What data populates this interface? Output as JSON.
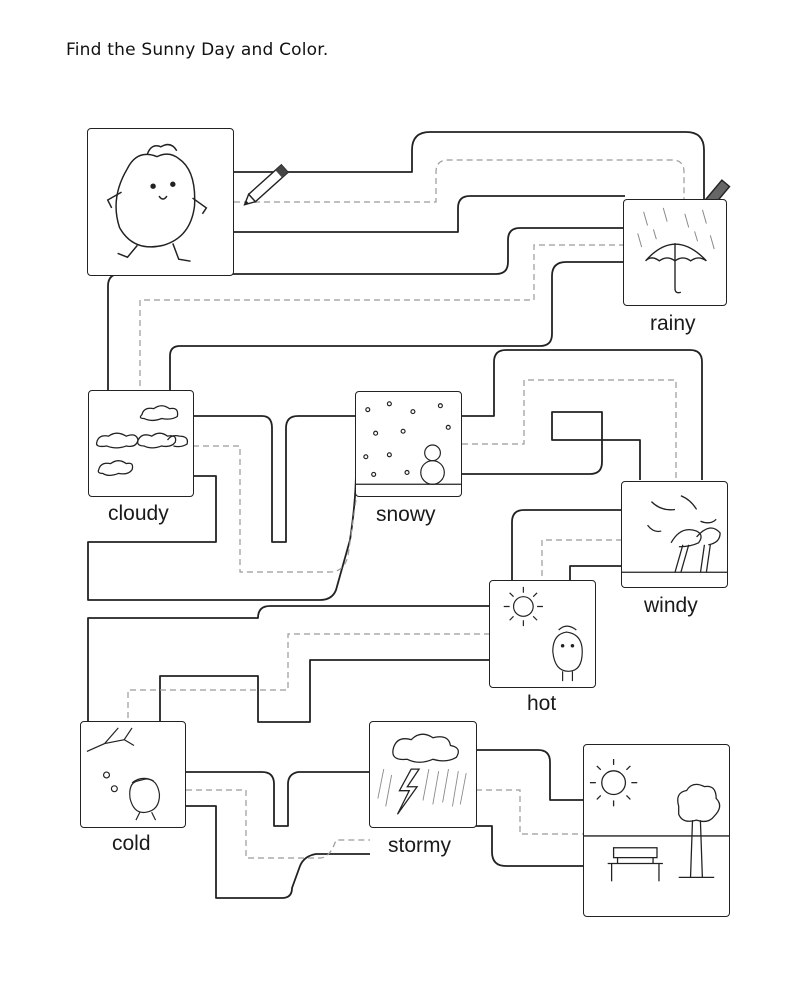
{
  "worksheet": {
    "title": "Find the Sunny Day and Color."
  },
  "labels": {
    "rainy": "rainy",
    "cloudy": "cloudy",
    "snowy": "snowy",
    "windy": "windy",
    "hot": "hot",
    "cold": "cold",
    "stormy": "stormy"
  },
  "pictures": {
    "start": "potato-character-icon",
    "rainy": "umbrella-rain-icon",
    "cloudy": "clouds-icon",
    "snowy": "snowman-icon",
    "windy": "wind-trees-icon",
    "hot": "sun-potato-icon",
    "cold": "cold-tree-icon",
    "stormy": "storm-cloud-icon",
    "sunny": "sunny-park-icon"
  },
  "colors": {
    "line": "#222222",
    "dashed_guide": "#9a9a9a",
    "background": "#ffffff"
  }
}
